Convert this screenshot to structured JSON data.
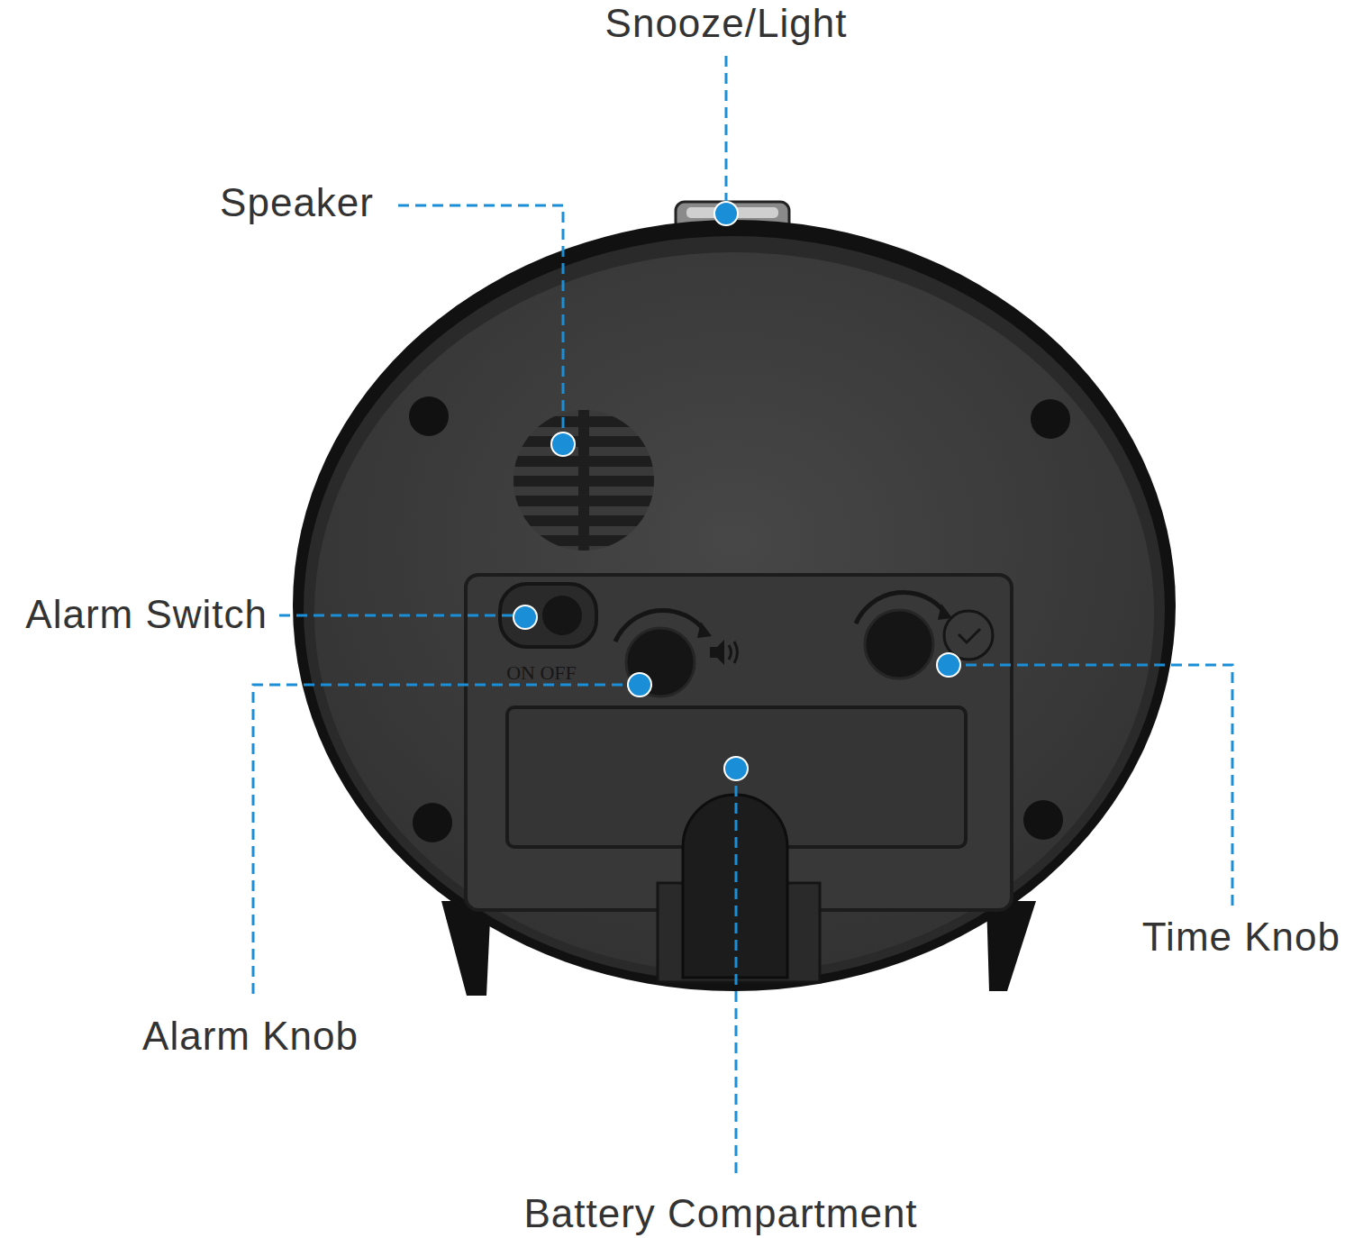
{
  "diagram": {
    "labels": [
      "Snooze/Light",
      "Speaker",
      "Alarm Switch",
      "ON OFF",
      "Alarm Knob",
      "Time Knob",
      "Battery Compartment"
    ]
  }
}
